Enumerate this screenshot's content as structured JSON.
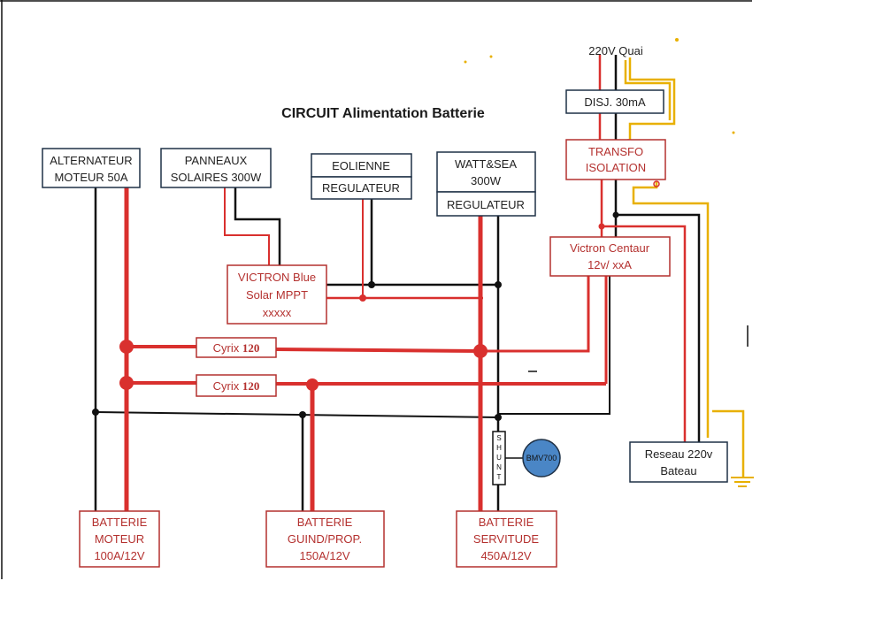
{
  "diagram": {
    "title": "CIRCUIT Alimentation Batterie",
    "colors": {
      "positive_wire": "#d9302e",
      "negative_wire": "#111111",
      "earth_wire": "#e8b000",
      "box_red": "#b4312f",
      "box_dark": "#1f3146",
      "bmv": "#4a86c6"
    },
    "sources": {
      "alternateur": [
        "ALTERNATEUR",
        "MOTEUR 50A"
      ],
      "panneaux": [
        "PANNEAUX",
        "SOLAIRES 300W"
      ],
      "eolienne": "EOLIENNE",
      "eolienne_regulateur": "REGULATEUR",
      "wattsea": [
        "WATT&SEA",
        "300W"
      ],
      "wattsea_regulateur": "REGULATEUR",
      "quai": "220V Quai"
    },
    "equipment": {
      "mppt": [
        "VICTRON Blue",
        "Solar MPPT",
        "xxxxx"
      ],
      "disj": "DISJ. 30mA",
      "transfo": [
        "TRANSFO",
        "ISOLATION"
      ],
      "centaur": [
        "Victron Centaur",
        "12v/ xxA"
      ],
      "reseau": [
        "Reseau 220v",
        "Bateau"
      ],
      "cyrix1": {
        "name": "Cyrix",
        "value": "120"
      },
      "cyrix2": {
        "name": "Cyrix",
        "value": "120"
      },
      "shunt": [
        "S",
        "H",
        "U",
        "N",
        "T"
      ],
      "bmv": "BMV700"
    },
    "batteries": {
      "moteur": [
        "BATTERIE",
        "MOTEUR",
        "100A/12V"
      ],
      "guind": [
        "BATTERIE",
        "GUIND/PROP.",
        "150A/12V"
      ],
      "servitude": [
        "BATTERIE",
        "SERVITUDE",
        "450A/12V"
      ]
    }
  }
}
